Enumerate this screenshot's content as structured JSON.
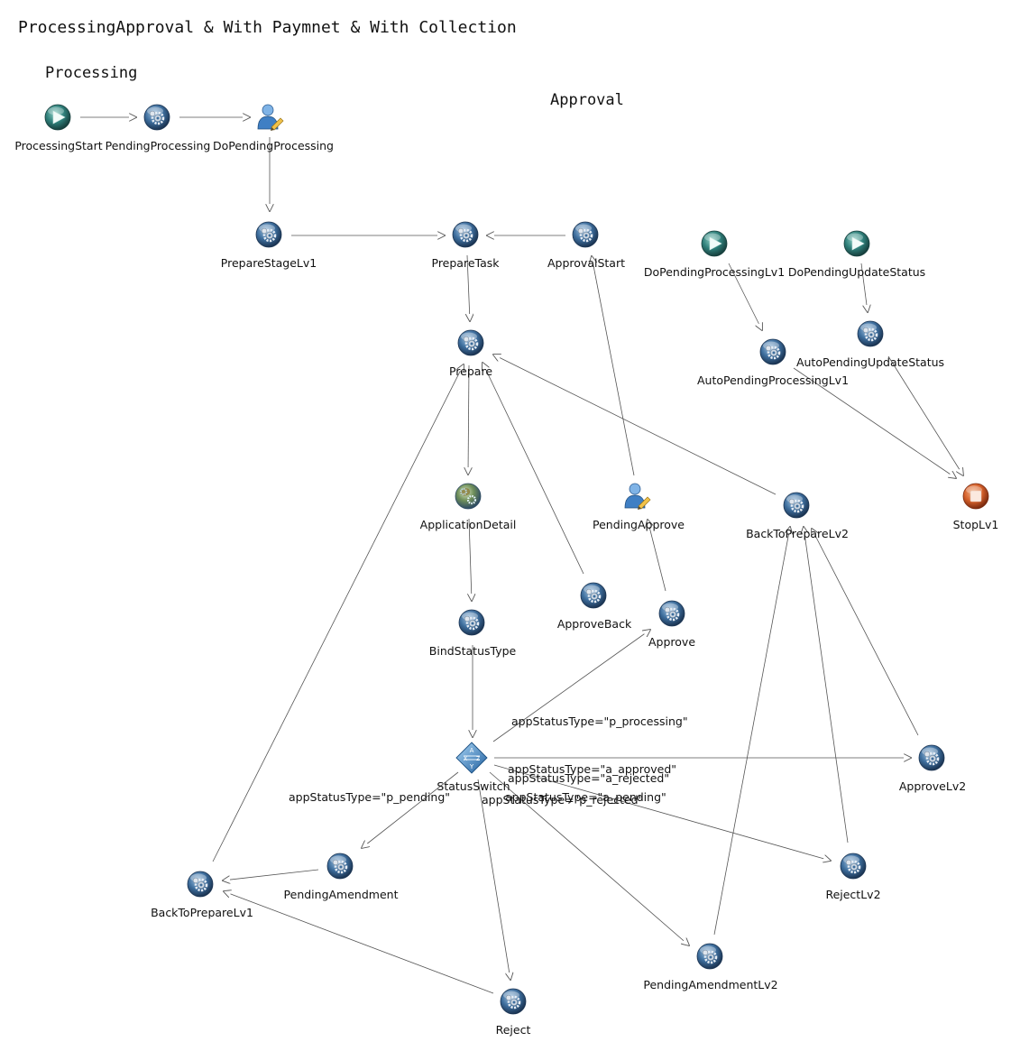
{
  "diagram": {
    "title": "ProcessingApproval & With Paymnet & With Collection",
    "lanes": [
      {
        "id": "processing",
        "label": "Processing"
      },
      {
        "id": "approval",
        "label": "Approval"
      }
    ],
    "nodes": [
      {
        "id": "ProcessingStart",
        "label": "ProcessingStart",
        "type": "start"
      },
      {
        "id": "PendingProcessing",
        "label": "PendingProcessing",
        "type": "auto"
      },
      {
        "id": "DoPendingProcessing",
        "label": "DoPendingProcessing",
        "type": "user"
      },
      {
        "id": "PrepareStageLv1",
        "label": "PrepareStageLv1",
        "type": "auto"
      },
      {
        "id": "PrepareTask",
        "label": "PrepareTask",
        "type": "auto"
      },
      {
        "id": "ApprovalStart",
        "label": "ApprovalStart",
        "type": "auto"
      },
      {
        "id": "DoPendingProcessingLv1",
        "label": "DoPendingProcessingLv1",
        "type": "start"
      },
      {
        "id": "DoPendingUpdateStatus",
        "label": "DoPendingUpdateStatus",
        "type": "start"
      },
      {
        "id": "AutoPendingProcessingLv1",
        "label": "AutoPendingProcessingLv1",
        "type": "auto"
      },
      {
        "id": "AutoPendingUpdateStatus",
        "label": "AutoPendingUpdateStatus",
        "type": "auto"
      },
      {
        "id": "Prepare",
        "label": "Prepare",
        "type": "auto"
      },
      {
        "id": "ApplicationDetail",
        "label": "ApplicationDetail",
        "type": "subprocess"
      },
      {
        "id": "PendingApprove",
        "label": "PendingApprove",
        "type": "user"
      },
      {
        "id": "BackToPrepareLv2",
        "label": "BackToPrepareLv2",
        "type": "auto"
      },
      {
        "id": "StopLv1",
        "label": "StopLv1",
        "type": "stop"
      },
      {
        "id": "ApproveBack",
        "label": "ApproveBack",
        "type": "auto"
      },
      {
        "id": "Approve",
        "label": "Approve",
        "type": "auto"
      },
      {
        "id": "BindStatusType",
        "label": "BindStatusType",
        "type": "auto"
      },
      {
        "id": "StatusSwitch",
        "label": "StatusSwitch",
        "type": "switch"
      },
      {
        "id": "ApproveLv2",
        "label": "ApproveLv2",
        "type": "auto"
      },
      {
        "id": "BackToPrepareLv1",
        "label": "BackToPrepareLv1",
        "type": "auto"
      },
      {
        "id": "PendingAmendment",
        "label": "PendingAmendment",
        "type": "auto"
      },
      {
        "id": "RejectLv2",
        "label": "RejectLv2",
        "type": "auto"
      },
      {
        "id": "PendingAmendmentLv2",
        "label": "PendingAmendmentLv2",
        "type": "auto"
      },
      {
        "id": "Reject",
        "label": "Reject",
        "type": "auto"
      }
    ],
    "edges": [
      {
        "from": "ProcessingStart",
        "to": "PendingProcessing",
        "label": ""
      },
      {
        "from": "PendingProcessing",
        "to": "DoPendingProcessing",
        "label": ""
      },
      {
        "from": "DoPendingProcessing",
        "to": "PrepareStageLv1",
        "label": ""
      },
      {
        "from": "PrepareStageLv1",
        "to": "PrepareTask",
        "label": ""
      },
      {
        "from": "ApprovalStart",
        "to": "PrepareTask",
        "label": ""
      },
      {
        "from": "PrepareTask",
        "to": "Prepare",
        "label": ""
      },
      {
        "from": "DoPendingProcessingLv1",
        "to": "AutoPendingProcessingLv1",
        "label": ""
      },
      {
        "from": "DoPendingUpdateStatus",
        "to": "AutoPendingUpdateStatus",
        "label": ""
      },
      {
        "from": "AutoPendingProcessingLv1",
        "to": "StopLv1",
        "label": ""
      },
      {
        "from": "AutoPendingUpdateStatus",
        "to": "StopLv1",
        "label": ""
      },
      {
        "from": "Prepare",
        "to": "ApplicationDetail",
        "label": ""
      },
      {
        "from": "ApplicationDetail",
        "to": "BindStatusType",
        "label": ""
      },
      {
        "from": "BindStatusType",
        "to": "StatusSwitch",
        "label": ""
      },
      {
        "from": "PendingApprove",
        "to": "ApprovalStart",
        "label": ""
      },
      {
        "from": "Approve",
        "to": "PendingApprove",
        "label": ""
      },
      {
        "from": "ApproveBack",
        "to": "Prepare",
        "label": ""
      },
      {
        "from": "BackToPrepareLv2",
        "to": "Prepare",
        "label": ""
      },
      {
        "from": "BackToPrepareLv1",
        "to": "Prepare",
        "label": ""
      },
      {
        "from": "StatusSwitch",
        "to": "Approve",
        "label": "appStatusType=\"p_processing\""
      },
      {
        "from": "StatusSwitch",
        "to": "ApproveLv2",
        "label": "appStatusType=\"a_approved\""
      },
      {
        "from": "StatusSwitch",
        "to": "RejectLv2",
        "label": "appStatusType=\"a_rejected\""
      },
      {
        "from": "StatusSwitch",
        "to": "PendingAmendmentLv2",
        "label": "appStatusType=\"a_pending\""
      },
      {
        "from": "StatusSwitch",
        "to": "Reject",
        "label": "appStatusType=\"p_rejected\""
      },
      {
        "from": "StatusSwitch",
        "to": "PendingAmendment",
        "label": "appStatusType=\"p_pending\""
      },
      {
        "from": "PendingAmendment",
        "to": "BackToPrepareLv1",
        "label": ""
      },
      {
        "from": "Reject",
        "to": "BackToPrepareLv1",
        "label": ""
      },
      {
        "from": "ApproveLv2",
        "to": "BackToPrepareLv2",
        "label": ""
      },
      {
        "from": "RejectLv2",
        "to": "BackToPrepareLv2",
        "label": ""
      },
      {
        "from": "PendingAmendmentLv2",
        "to": "BackToPrepareLv2",
        "label": ""
      }
    ]
  }
}
